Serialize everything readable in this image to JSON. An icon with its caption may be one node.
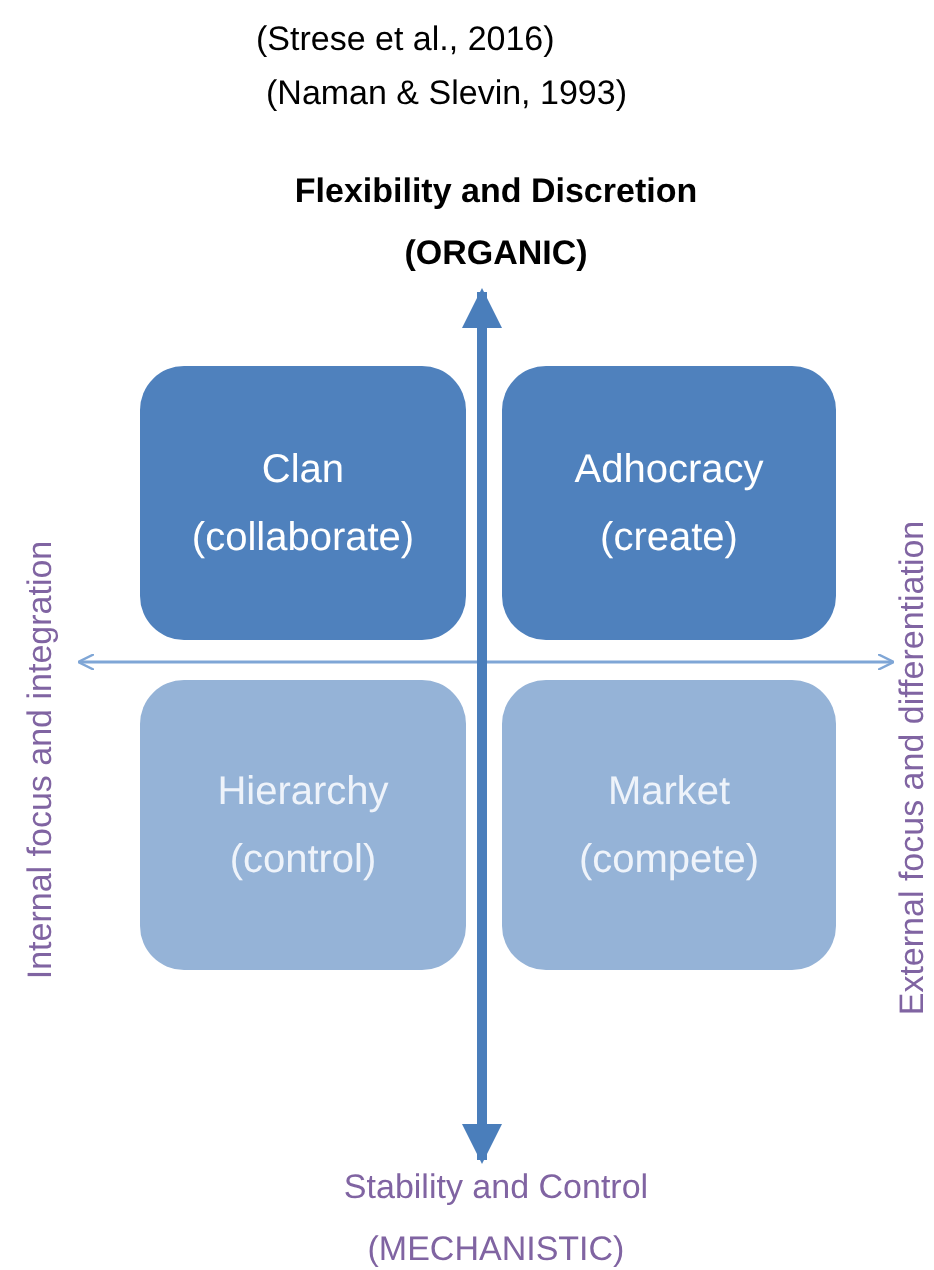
{
  "diagram": {
    "nodes": [
      {
        "text": [
          "Clan",
          "(collaborate)"
        ]
      },
      {
        "text": [
          "Adhocracy",
          "(create)"
        ]
      },
      {
        "text": [
          "Hierarchy",
          "(control)"
        ]
      },
      {
        "text": [
          "Market",
          "(compete)"
        ]
      }
    ],
    "labels": [
      "(Strese et al., 2016)",
      "(Naman & Slevin, 1993)",
      "Flexibility and Discretion (ORGANIC)",
      "Internal focus and integration",
      "External focus and differentiation",
      "Stability and Control (MECHANISTIC)"
    ]
  }
}
